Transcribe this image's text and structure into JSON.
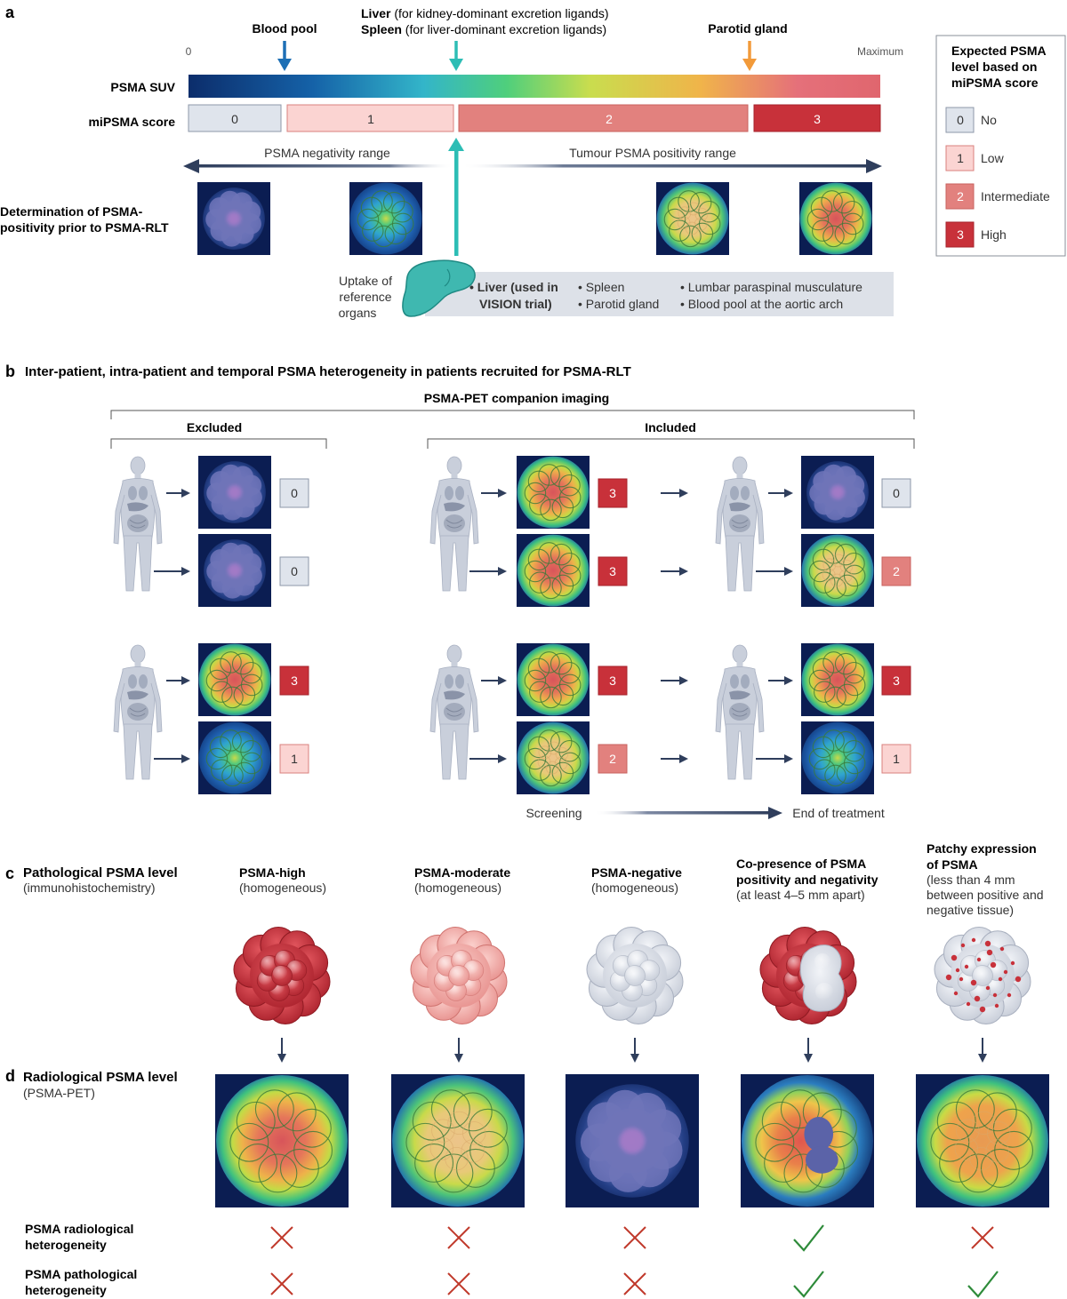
{
  "colors": {
    "score0": "#dfe4ec",
    "score1": "#fbd4d2",
    "score2": "#e2817e",
    "score3": "#c8313a",
    "arrow_dark": "#2f3e5c",
    "teal": "#2dbdb5",
    "blue_arrow": "#1d6fb5",
    "orange_arrow": "#f29a3a",
    "check_green": "#2e8b3a",
    "cross_red": "#c0392b",
    "reference_box": "#dde1e8"
  },
  "panel_a": {
    "letter": "a",
    "top_labels": {
      "blood_pool": "Blood pool",
      "liver_bold": "Liver",
      "liver_rest": " (for kidney-dominant excretion ligands)",
      "spleen_bold": "Spleen",
      "spleen_rest": " (for liver-dominant excretion ligands)",
      "parotid": "Parotid gland"
    },
    "scale_min": "0",
    "scale_max": "Maximum",
    "suv_label": "PSMA SUV",
    "score_label": "miPSMA score",
    "scores": [
      "0",
      "1",
      "2",
      "3"
    ],
    "negativity_range": "PSMA negativity range",
    "positivity_range": "Tumour PSMA positivity range",
    "determination_label": [
      "Determination of PSMA-",
      "positivity prior to PSMA-RLT"
    ],
    "pet_levels": [
      0,
      1,
      2,
      3
    ],
    "uptake_label": [
      "Uptake of",
      "reference",
      "organs"
    ],
    "reference_organs": {
      "liver_line1": "Liver (used in",
      "liver_line2": "VISION trial)",
      "spleen": "Spleen",
      "parotid": "Parotid gland",
      "lumbar": "Lumbar paraspinal musculature",
      "blood_pool": "Blood pool at the aortic arch"
    },
    "legend": {
      "title": [
        "Expected PSMA",
        "level based on",
        "miPSMA score"
      ],
      "items": [
        {
          "score": "0",
          "label": "No"
        },
        {
          "score": "1",
          "label": "Low"
        },
        {
          "score": "2",
          "label": "Intermediate"
        },
        {
          "score": "3",
          "label": "High"
        }
      ]
    }
  },
  "panel_b": {
    "letter": "b",
    "title": "Inter-patient, intra-patient and temporal PSMA heterogeneity in patients recruited for PSMA-RLT",
    "companion_label": "PSMA-PET companion imaging",
    "excluded_label": "Excluded",
    "included_label": "Included",
    "excluded_scores": [
      "0",
      "0",
      "3",
      "1"
    ],
    "screening_scores": [
      "3",
      "3",
      "3",
      "2"
    ],
    "end_scores": [
      "0",
      "2",
      "3",
      "1"
    ],
    "screening_label": "Screening",
    "end_label": "End of treatment"
  },
  "panel_c": {
    "letter": "c",
    "title": "Pathological PSMA level",
    "subtitle": "(immunohistochemistry)",
    "columns": [
      {
        "bold": [
          "PSMA-high"
        ],
        "normal": [
          "(homogeneous)"
        ],
        "type": "high"
      },
      {
        "bold": [
          "PSMA-moderate"
        ],
        "normal": [
          "(homogeneous)"
        ],
        "type": "moderate"
      },
      {
        "bold": [
          "PSMA-negative"
        ],
        "normal": [
          "(homogeneous)"
        ],
        "type": "negative"
      },
      {
        "bold": [
          "Co-presence of PSMA",
          "positivity and negativity"
        ],
        "normal": [
          "(at least 4–5 mm apart)"
        ],
        "type": "mixed"
      },
      {
        "bold": [
          "Patchy expression",
          "of PSMA"
        ],
        "normal": [
          "(less than 4 mm",
          "between positive and",
          "negative tissue)"
        ],
        "type": "patchy"
      }
    ]
  },
  "panel_d": {
    "letter": "d",
    "title": "Radiological PSMA level",
    "subtitle": "(PSMA-PET)",
    "row1_label": [
      "PSMA radiological",
      "heterogeneity"
    ],
    "row2_label": [
      "PSMA pathological",
      "heterogeneity"
    ],
    "radiological_heterogeneity": [
      false,
      false,
      false,
      true,
      false
    ],
    "pathological_heterogeneity": [
      false,
      false,
      false,
      true,
      true
    ]
  }
}
